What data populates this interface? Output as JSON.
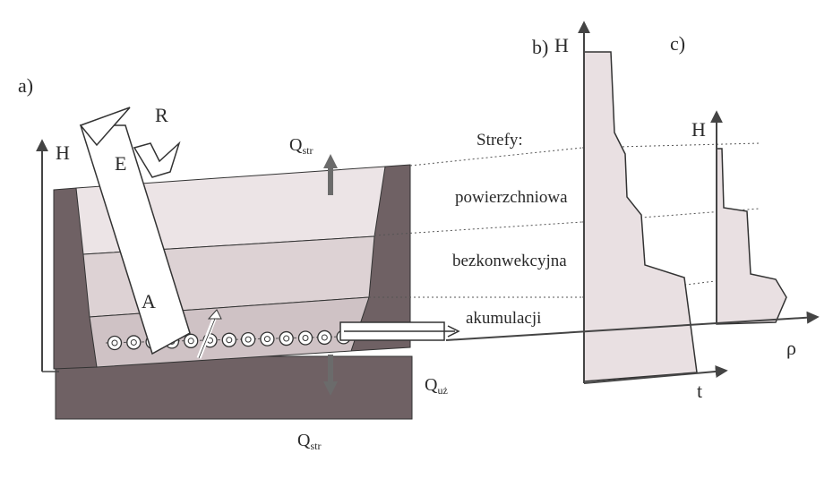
{
  "panels": {
    "a": "a)",
    "b": "b)",
    "c": "c)"
  },
  "axes": {
    "h_left": "H",
    "h_b": "H",
    "h_c": "H",
    "t": "t",
    "rho": "ρ"
  },
  "radiation": {
    "e": "E",
    "r": "R",
    "a": "A"
  },
  "flows": {
    "q_str_top": {
      "main": "Q",
      "sub": "str"
    },
    "q_str_bottom": {
      "main": "Q",
      "sub": "str"
    },
    "q_uz": {
      "main": "Q",
      "sub": "uż"
    }
  },
  "zones": {
    "heading": "Strefy:",
    "surface": "powierzchniowa",
    "nonconvective": "bezkonwekcyjna",
    "accumulation": "akumulacji"
  },
  "colors": {
    "wall": "#6f6164",
    "ground": "#6f6164",
    "surface_zone": "#ece4e6",
    "middle_zone": "#ddd2d4",
    "bottom_zone": "#cfc2c5",
    "profile_fill": "#e9e0e2",
    "arrow": "#666666",
    "ink": "#2a2a2a"
  }
}
